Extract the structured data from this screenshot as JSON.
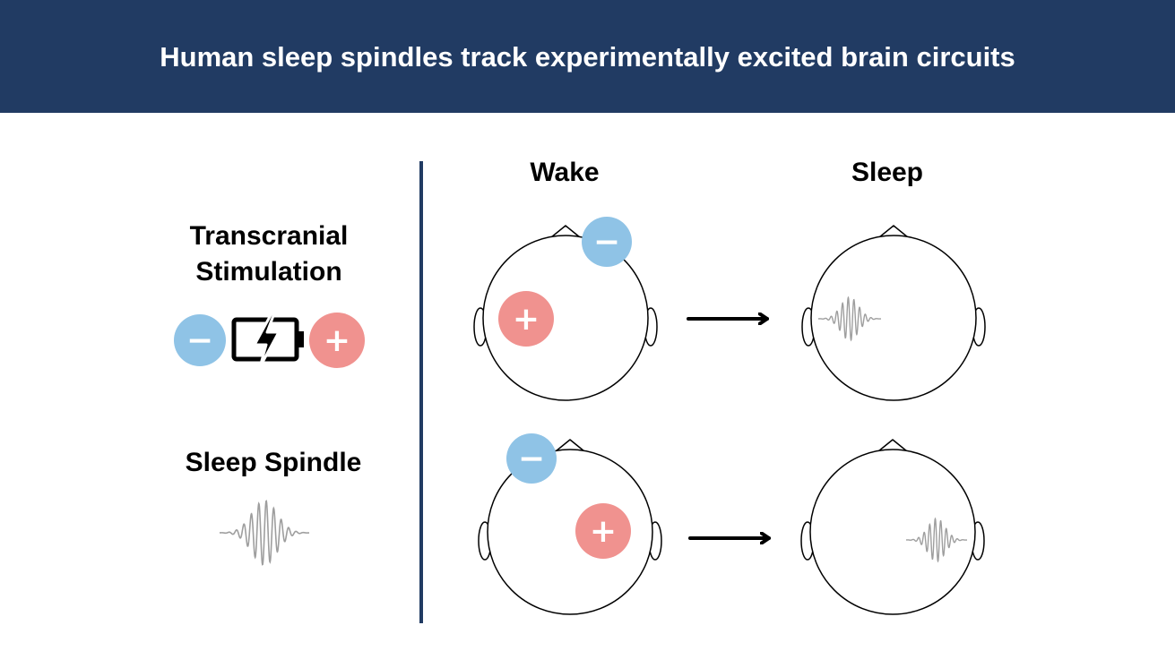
{
  "header": {
    "title": "Human sleep spindles track experimentally excited brain circuits"
  },
  "legend": {
    "stimulation_line1": "Transcranial",
    "stimulation_line2": "Stimulation",
    "spindle_label": "Sleep Spindle",
    "minus_symbol": "−",
    "plus_symbol": "+"
  },
  "columns": {
    "wake": "Wake",
    "sleep": "Sleep"
  },
  "colors": {
    "header_bg": "#213b63",
    "cathode": "#8fc3e6",
    "anode": "#f0928f",
    "spindle": "#9e9e9e"
  },
  "icons": [
    "battery-bolt-icon",
    "head-outline-icon",
    "spindle-wave-icon",
    "arrow-right-icon"
  ]
}
